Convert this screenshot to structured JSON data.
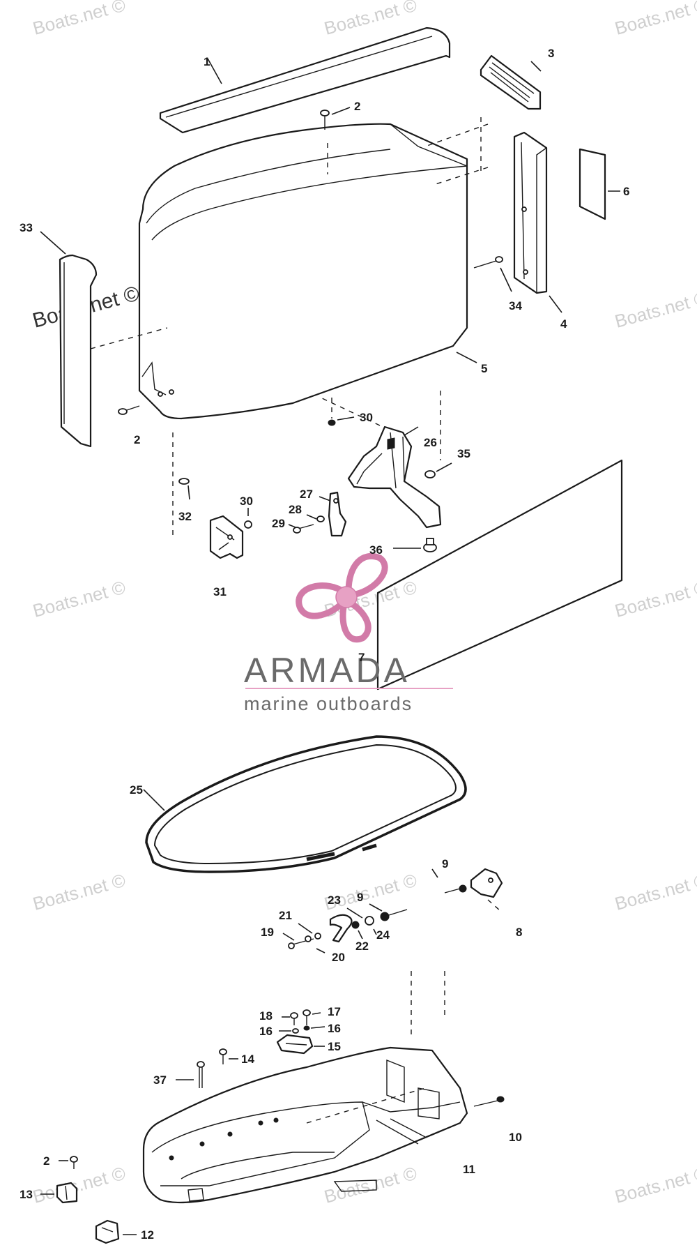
{
  "watermarks": {
    "text": "Boats.net ©"
  },
  "brand": {
    "name": "ARMADA",
    "tagline": "marine outboards",
    "accent": "#e7a1c4",
    "text_color": "#6a6a6a"
  },
  "callouts": {
    "c1": "1",
    "c2a": "2",
    "c2b": "2",
    "c2c": "2",
    "c3": "3",
    "c4": "4",
    "c5": "5",
    "c6": "6",
    "c7": "7",
    "c8": "8",
    "c9a": "9",
    "c9b": "9",
    "c10": "10",
    "c11": "11",
    "c12": "12",
    "c13": "13",
    "c14": "14",
    "c15": "15",
    "c16a": "16",
    "c16b": "16",
    "c17": "17",
    "c18": "18",
    "c19": "19",
    "c20": "20",
    "c21": "21",
    "c22": "22",
    "c23": "23",
    "c24": "24",
    "c25": "25",
    "c26": "26",
    "c27": "27",
    "c28": "28",
    "c29": "29",
    "c30a": "30",
    "c30b": "30",
    "c31": "31",
    "c32": "32",
    "c33": "33",
    "c34": "34",
    "c35": "35",
    "c36": "36",
    "c37": "37"
  }
}
